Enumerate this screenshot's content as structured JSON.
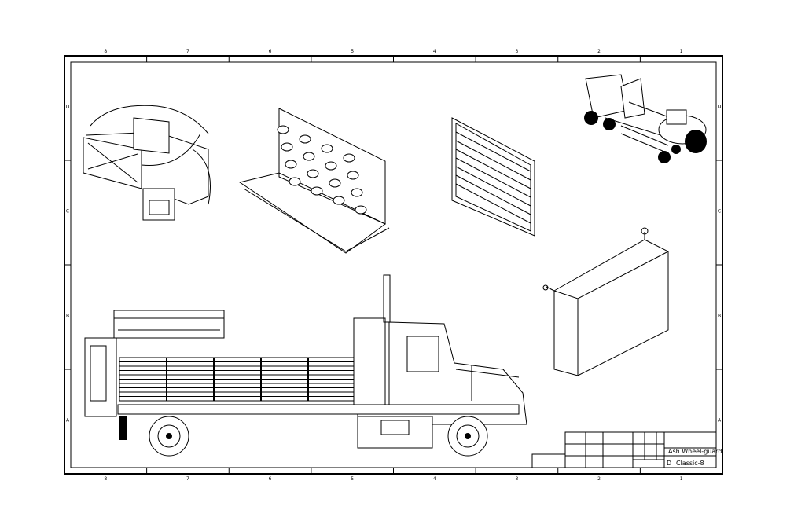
{
  "sheet": {
    "column_labels": [
      "8",
      "7",
      "6",
      "5",
      "4",
      "3",
      "2",
      "1"
    ],
    "row_labels": [
      "D",
      "C",
      "B",
      "A"
    ]
  },
  "title_block": {
    "title": "Ash Wheel-guard",
    "size": "D",
    "drawing_number": "Classic-8"
  },
  "views": [
    "hopper-assembly-isometric",
    "cone-rack-isometric",
    "grille-panel-isometric",
    "truck-assembly-isometric",
    "storage-box-isometric",
    "truck-side-elevation"
  ]
}
